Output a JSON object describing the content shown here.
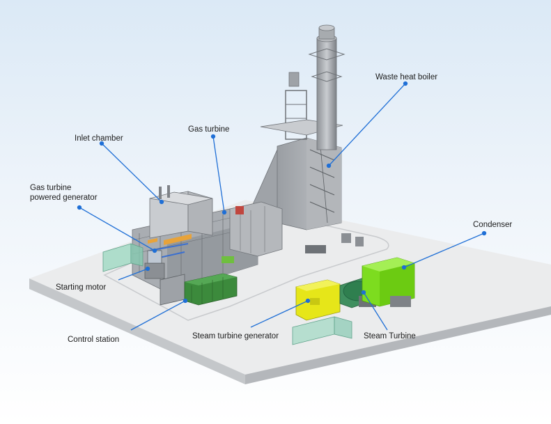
{
  "labels": {
    "waste_heat_boiler": "Waste heat boiler",
    "gas_turbine": "Gas turbine",
    "inlet_chamber": "Inlet chamber",
    "gas_turbine_powered_generator_line1": "Gas turbine",
    "gas_turbine_powered_generator_line2": "powered generator",
    "condenser": "Condenser",
    "starting_motor": "Starting motor",
    "control_station": "Control station",
    "steam_turbine_generator": "Steam turbine generator",
    "steam_turbine": "Steam Turbine"
  },
  "colors": {
    "leader_line": "#1f6fd6",
    "leader_dot": "#1f6fd6",
    "platform_top": "#ebeced",
    "platform_side": "#b9bcc0",
    "structure_grey": "#a9adb2",
    "control_station_green": "#3c8a3c",
    "condenser_green": "#7ddc1f",
    "generator_yellow": "#e6e619",
    "glass_green": "#9fd9c2"
  }
}
